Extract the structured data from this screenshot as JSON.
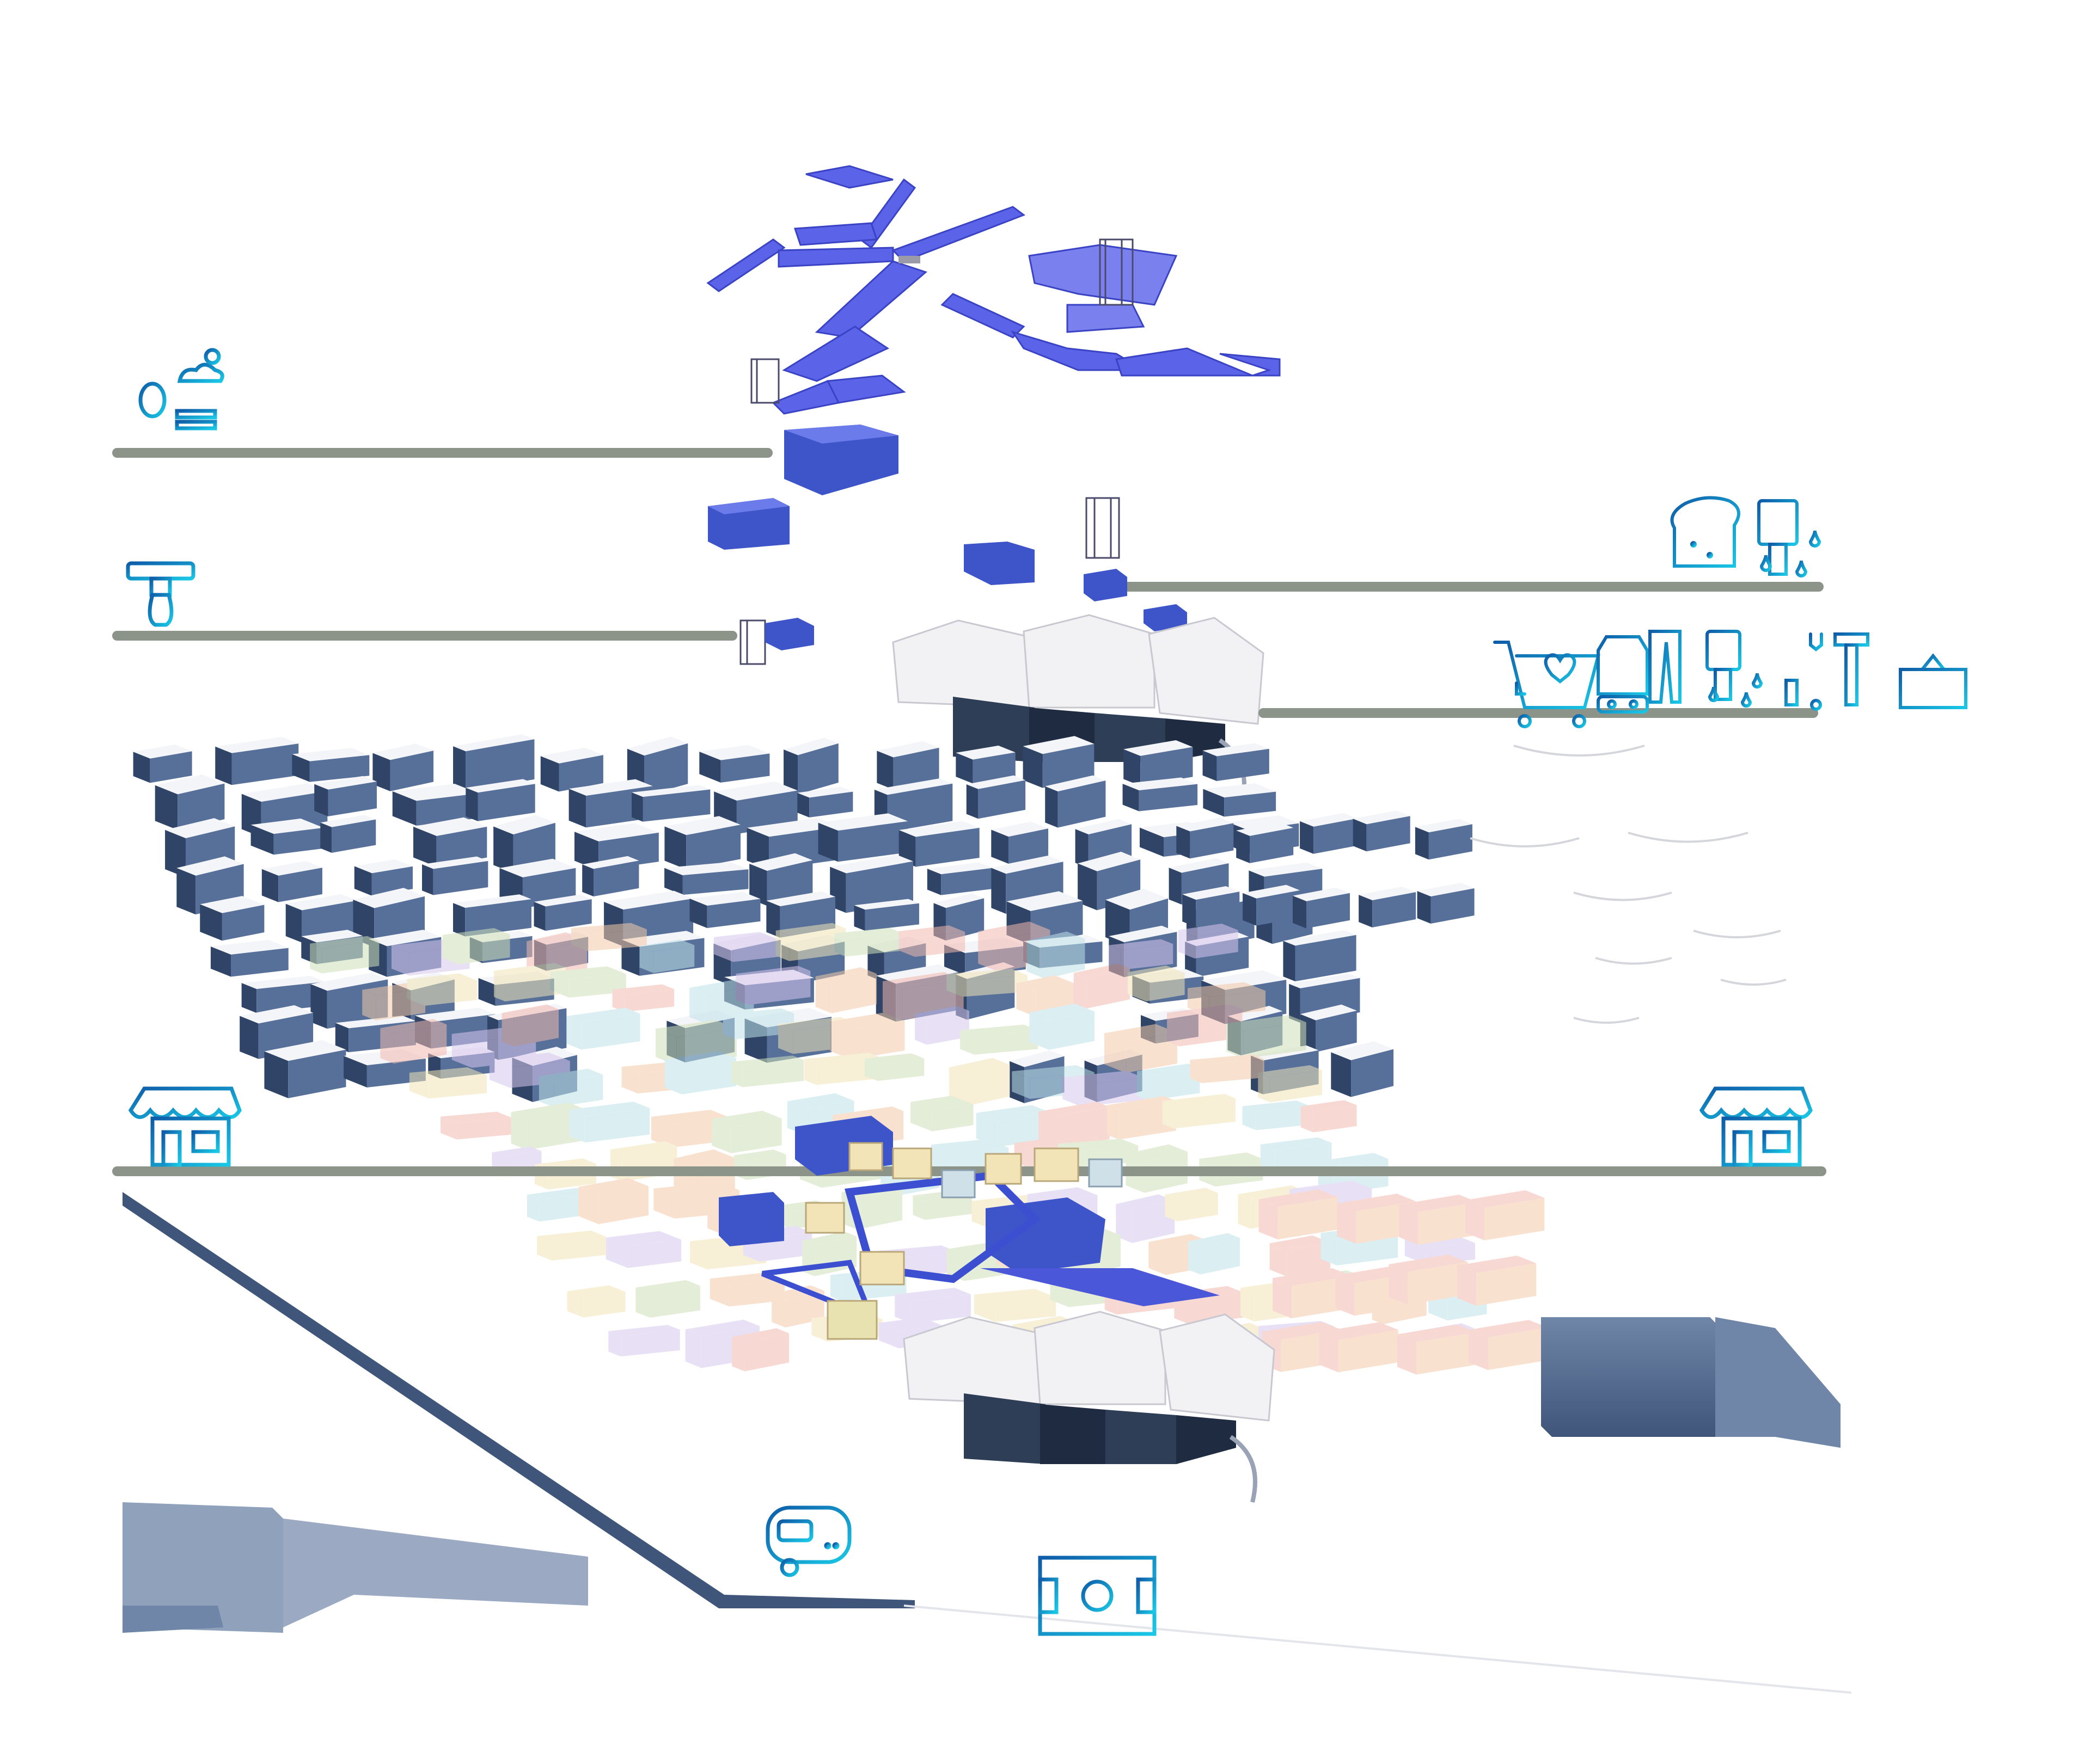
{
  "diagram": {
    "title": "",
    "palette": {
      "building_dark": "#4d6386",
      "building_light": "#8fa1bb",
      "highlight_blue": "#3d4fd1",
      "highlight_light": "#7c83f0",
      "leader_line": "#8c9388",
      "icon_cyan": "#19b8e0",
      "icon_blue": "#0f5ca8",
      "warehouse_roof": "#f2f2f5",
      "warehouse_dark": "#2f3e57",
      "pastel_1": "#f3c9a8",
      "pastel_2": "#cfe0b8",
      "pastel_3": "#d7c7ee",
      "pastel_4": "#f2e4b6",
      "pastel_5": "#bfe2e8",
      "pastel_6": "#f1b9ae"
    },
    "layers": [
      {
        "id": "circulation-network",
        "icons": []
      },
      {
        "id": "park-layer",
        "icons": [
          "park-bench-tree-icon"
        ]
      },
      {
        "id": "water-tap-layer",
        "icons": [
          "water-tap-icon"
        ]
      },
      {
        "id": "food-production-layer",
        "icons": [
          "bread-icon",
          "paint-brush-icon"
        ]
      },
      {
        "id": "workshop-layer",
        "icons": [
          "shopping-cart-heart-icon",
          "clothing-icon",
          "paint-brush-icon",
          "tools-icon",
          "shipping-container-icon"
        ]
      },
      {
        "id": "city-fabric",
        "icons": []
      },
      {
        "id": "market-layer",
        "icons": [
          "shop-icon",
          "shop-icon"
        ]
      },
      {
        "id": "ground-layer",
        "icons": [
          "caravan-icon",
          "football-pitch-icon"
        ]
      }
    ]
  }
}
